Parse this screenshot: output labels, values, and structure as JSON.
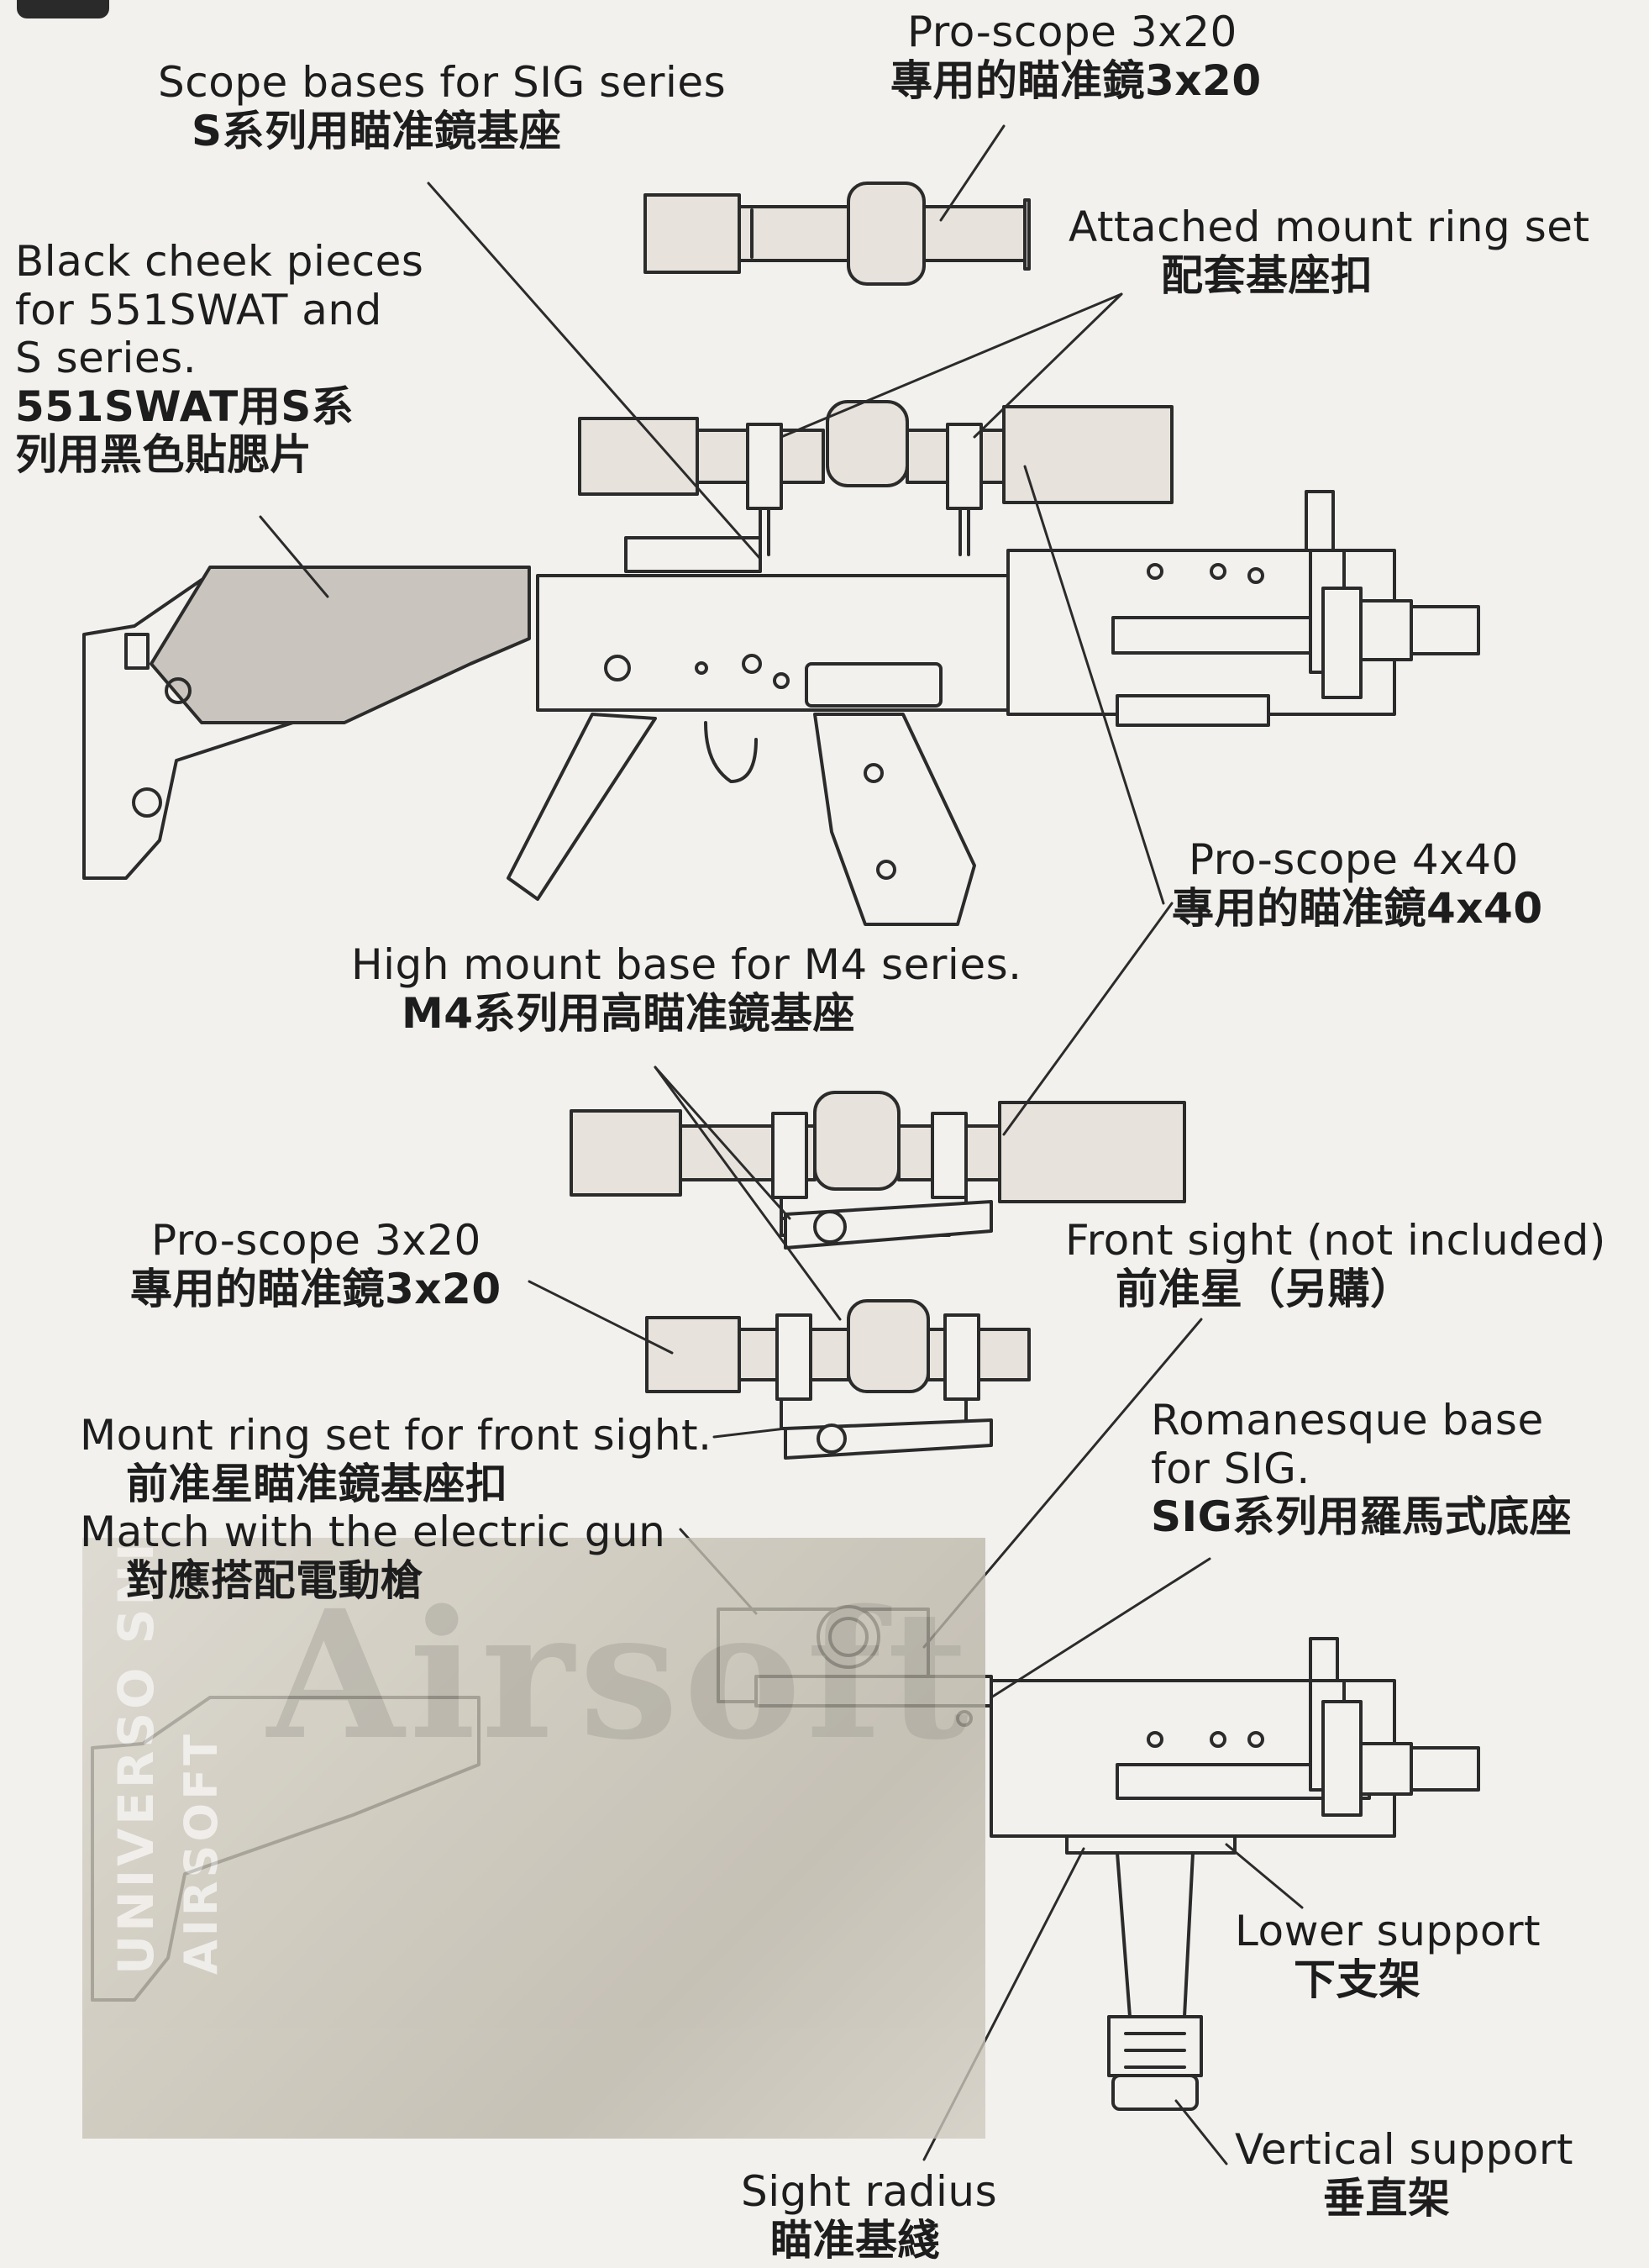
{
  "header": {
    "title": ""
  },
  "labels": {
    "scope_bases_sig": {
      "en": "Scope bases for SIG series",
      "zh": "S系列用瞄准鏡基座"
    },
    "pro_scope_3x20_top": {
      "en": "Pro-scope 3x20",
      "zh": "專用的瞄准鏡3x20"
    },
    "attached_mount_ring": {
      "en": "Attached mount ring set",
      "zh": "配套基座扣"
    },
    "black_cheek": {
      "en1": "Black cheek pieces",
      "en2": "for 551SWAT and",
      "en3": "S  series.",
      "zh1": "551SWAT用S系",
      "zh2": "列用黑色貼腮片"
    },
    "pro_scope_4x40": {
      "en": "Pro-scope 4x40",
      "zh": "專用的瞄准鏡4x40"
    },
    "high_mount_m4": {
      "en": "High mount base for M4 series.",
      "zh": "M4系列用高瞄准鏡基座"
    },
    "pro_scope_3x20_mid": {
      "en": "Pro-scope 3x20",
      "zh": "專用的瞄准鏡3x20"
    },
    "front_sight": {
      "en": "Front sight (not included)",
      "zh": "前准星（另購）"
    },
    "mount_ring_front": {
      "en": "Mount ring set for front sight.",
      "zh": "前准星瞄准鏡基座扣"
    },
    "match_electric": {
      "en": "Match with the electric gun",
      "zh": "對應搭配電動槍"
    },
    "romanesque_base": {
      "en1": "Romanesque base",
      "en2": "for SIG.",
      "zh": "SIG系列用羅馬式底座"
    },
    "lower_support": {
      "en": "Lower support",
      "zh": "下支架"
    },
    "vertical_support": {
      "en": "Vertical support",
      "zh": "垂直架"
    },
    "sight_radius": {
      "en": "Sight radius",
      "zh": "瞄准基綫"
    }
  },
  "watermark": {
    "line1": "UNIVERSO SNIPER",
    "line2": "AIRSOFT",
    "brand": "Airsoft"
  },
  "colors": {
    "line": "#2b2b2b",
    "scope_fill": "#e7e3dc",
    "cheek_fill": "#c9c5be",
    "paper": "#f3f1ee"
  }
}
